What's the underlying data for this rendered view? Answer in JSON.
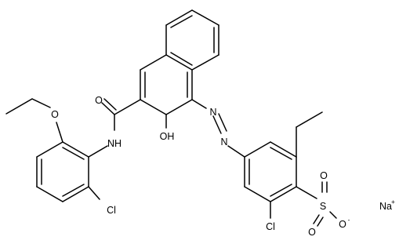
{
  "structure": {
    "labels": {
      "O_amide": "O",
      "NH": "NH",
      "O_ether": "O",
      "OH": "OH",
      "N1": "N",
      "N2": "N",
      "Cl_anilide": "Cl",
      "Cl_ring": "Cl",
      "S": "S",
      "O_s1": "O",
      "O_s2": "O",
      "O_minus": "O",
      "minus_sign": "-",
      "Na": "Na",
      "plus_sign": "+"
    },
    "colors": {
      "bond": "#000000",
      "text": "#000000",
      "background": "#ffffff"
    }
  }
}
